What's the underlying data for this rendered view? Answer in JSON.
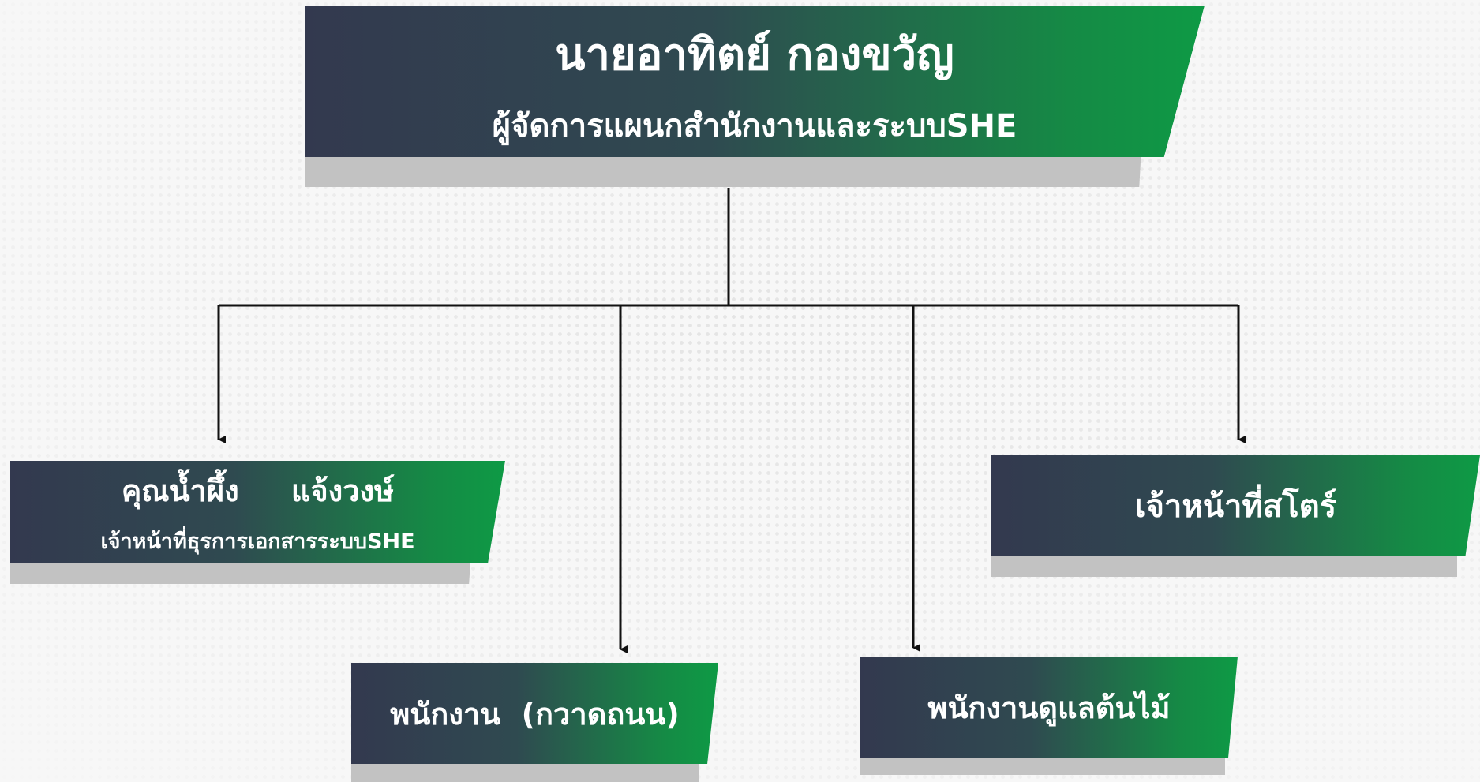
{
  "manager": {
    "name": "นายอาทิตย์  กองขวัญ",
    "role": "ผู้จัดการแผนกสำนักงานและระบบSHE"
  },
  "staff": [
    {
      "name": "คุณน้ำผึ้ง     แจ้งวงษ์",
      "role": "เจ้าหน้าที่ธุรการเอกสารระบบSHE"
    },
    {
      "name": "พนักงาน  (กวาดถนน)"
    },
    {
      "name": "พนักงานดูแลต้นไม้"
    },
    {
      "name": "เจ้าหน้าที่สโตร์"
    }
  ],
  "colors": {
    "box_left": "#33394f",
    "box_right": "#0e9a45",
    "shadow": "#c2c2c2",
    "line": "#111111"
  }
}
